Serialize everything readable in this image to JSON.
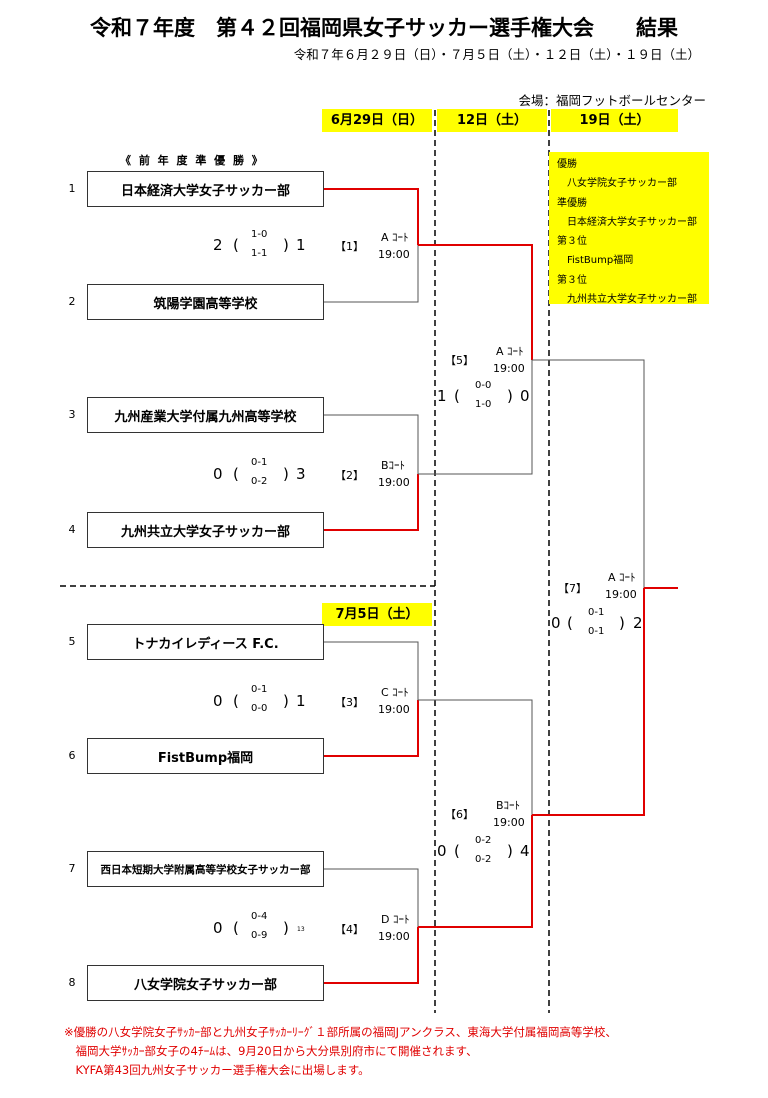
{
  "header": {
    "title": "令和７年度　第４２回福岡県女子サッカー選手権大会　　結果",
    "dates": "令和７年６月２９日（日）・７月５日（土）・１２日（土）・１９日（土）",
    "venue": "会場：福岡フットボールセンター"
  },
  "round_labels": {
    "r1": "6月29日（日）",
    "r2": "12日（土）",
    "r3": "19日（土）",
    "r1b": "7月5日（土）"
  },
  "previous_runner_up": "《 前 年 度 準 優 勝 》",
  "teams": [
    {
      "seed": "1",
      "name": "日本経済大学女子サッカー部"
    },
    {
      "seed": "2",
      "name": "筑陽学園高等学校"
    },
    {
      "seed": "3",
      "name": "九州産業大学付属九州高等学校"
    },
    {
      "seed": "4",
      "name": "九州共立大学女子サッカー部"
    },
    {
      "seed": "5",
      "name": "トナカイレディース F.C."
    },
    {
      "seed": "6",
      "name": "FistBump福岡"
    },
    {
      "seed": "7",
      "name": "西日本短期大学附属高等学校女子サッカー部"
    },
    {
      "seed": "8",
      "name": "八女学院女子サッカー部"
    }
  ],
  "matches": [
    {
      "num": "【1】",
      "court": "A ｺｰﾄ",
      "time": "19:00",
      "left": "2",
      "right": "1",
      "half1": "1-0",
      "half2": "1-1",
      "note": ""
    },
    {
      "num": "【2】",
      "court": "Bｺｰﾄ",
      "time": "19:00",
      "left": "0",
      "right": "3",
      "half1": "0-1",
      "half2": "0-2",
      "note": ""
    },
    {
      "num": "【3】",
      "court": "C ｺｰﾄ",
      "time": "19:00",
      "left": "0",
      "right": "1",
      "half1": "0-1",
      "half2": "0-0",
      "note": ""
    },
    {
      "num": "【4】",
      "court": "D ｺｰﾄ",
      "time": "19:00",
      "left": "0",
      "right": "",
      "half1": "0-4",
      "half2": "0-9",
      "note": "13"
    },
    {
      "num": "【5】",
      "court": "A ｺｰﾄ",
      "time": "19:00",
      "left": "1",
      "right": "0",
      "half1": "0-0",
      "half2": "1-0",
      "note": ""
    },
    {
      "num": "【6】",
      "court": "Bｺｰﾄ",
      "time": "19:00",
      "left": "0",
      "right": "4",
      "half1": "0-2",
      "half2": "0-2",
      "note": ""
    },
    {
      "num": "【7】",
      "court": "A ｺｰﾄ",
      "time": "19:00",
      "left": "0",
      "right": "2",
      "half1": "0-1",
      "half2": "0-1",
      "note": ""
    }
  ],
  "results": {
    "champion_label": "優勝",
    "champion": "八女学院女子サッカー部",
    "runner_up_label": "準優勝",
    "runner_up": "日本経済大学女子サッカー部",
    "third_label_1": "第３位",
    "third_1": "FistBump福岡",
    "third_label_2": "第３位",
    "third_2": "九州共立大学女子サッカー部"
  },
  "notes": [
    "※優勝の八女学院女子ｻｯｶｰ部と九州女子ｻｯｶｰﾘｰｸﾞ１部所属の福岡Jアンクラス、東海大学付属福岡高等学校、",
    "　福岡大学ｻｯｶｰ部女子の4ﾁｰﾑは、9月20日から大分県別府市にて開催されます、",
    "　KYFA第43回九州女子サッカー選手権大会に出場します。"
  ]
}
